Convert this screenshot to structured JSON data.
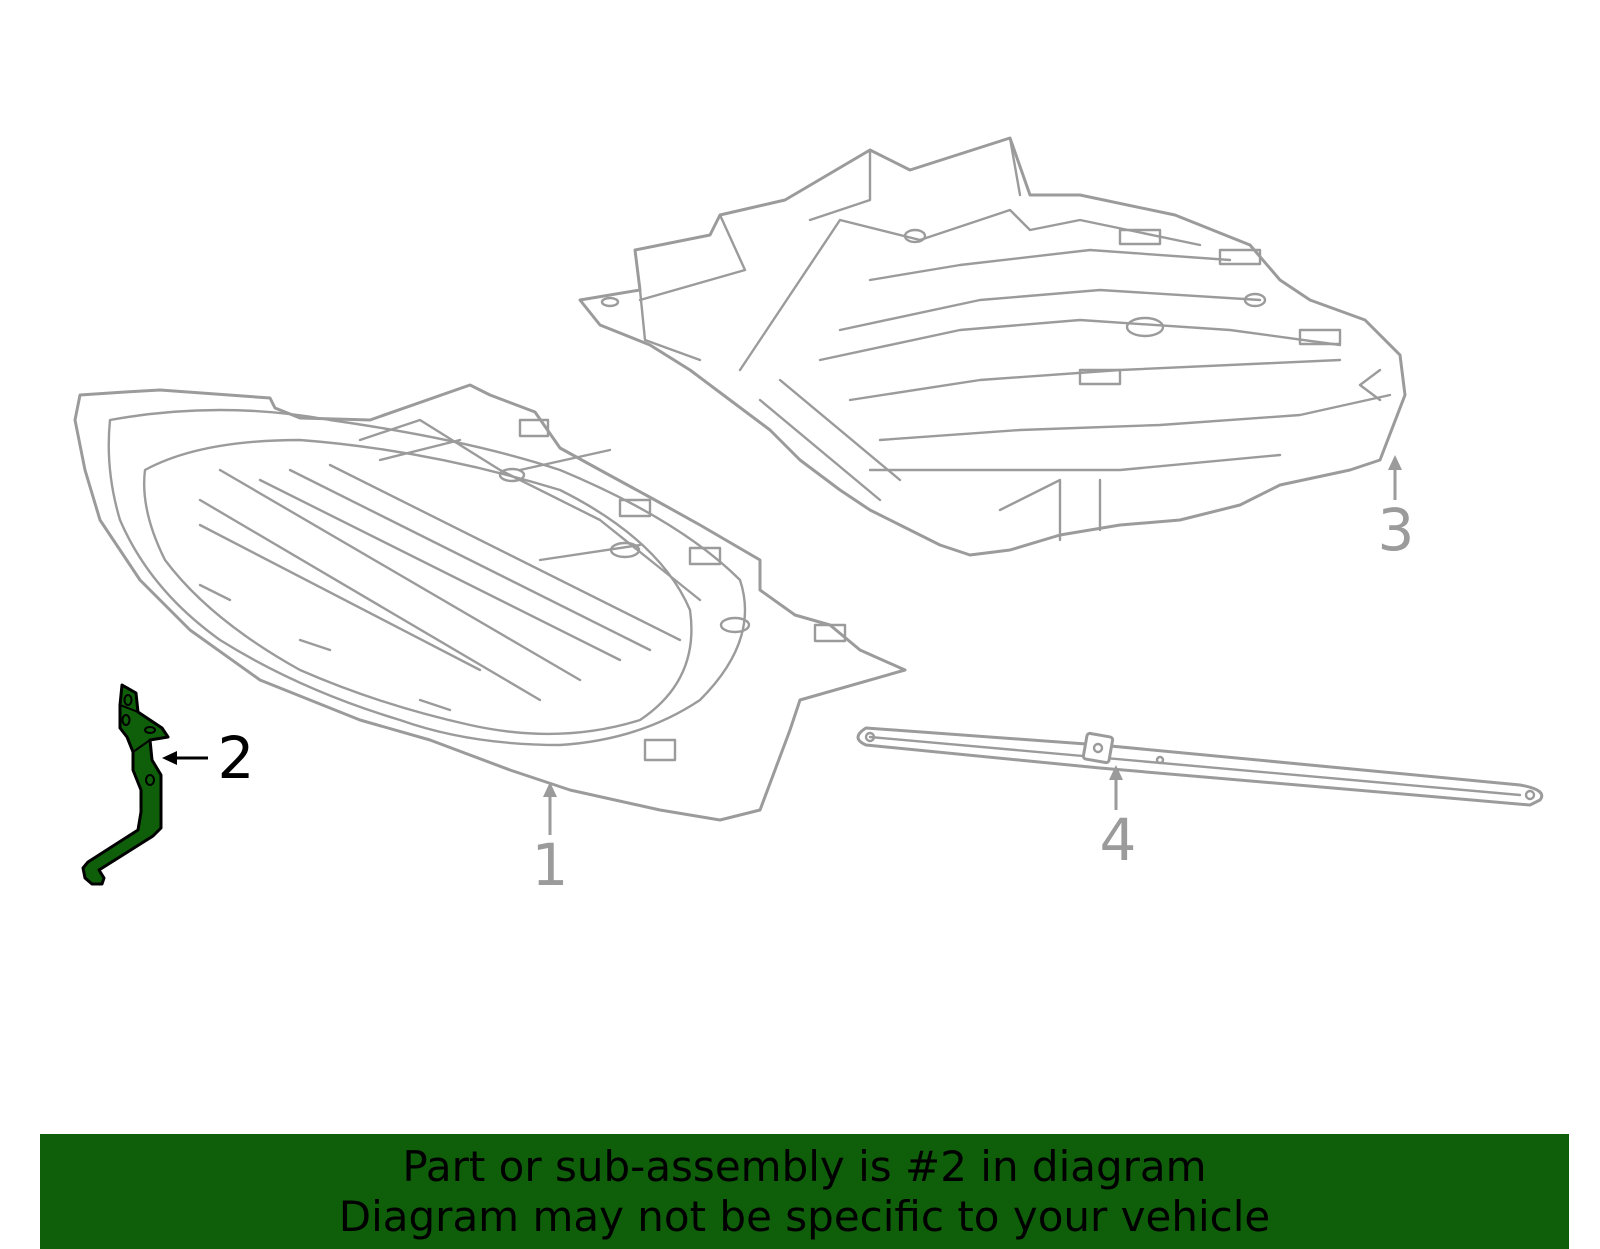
{
  "colors": {
    "background": "#ffffff",
    "line_art": "#9b9b9b",
    "highlight_part": "#0f5e0a",
    "banner": "#0f5e0a",
    "banner_text": "#000000"
  },
  "callouts": {
    "c1": "1",
    "c2": "2",
    "c3": "3",
    "c4": "4"
  },
  "highlighted_callout": "2",
  "banner": {
    "line1": "Part or sub-assembly is #2 in diagram",
    "line2": "Diagram may not be specific to your vehicle"
  }
}
